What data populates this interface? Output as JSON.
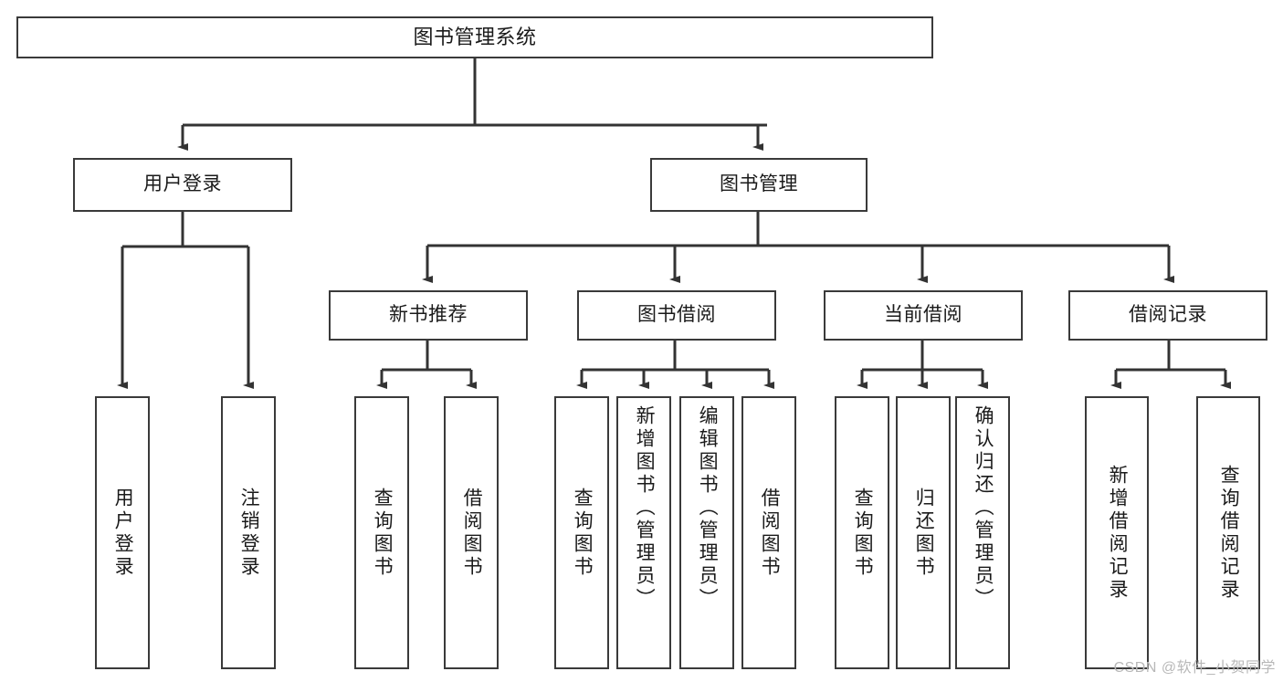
{
  "diagram": {
    "type": "tree-hierarchy",
    "title": "图书管理系统",
    "watermark": "CSDN @软件_小贺同学",
    "colors": {
      "box_border": "#3a3a3a",
      "box_fill": "#ffffff",
      "connector": "#333333",
      "text": "#1a1a1a",
      "watermark": "#b8b8b8"
    },
    "nodes": {
      "root": {
        "label": "图书管理系统"
      },
      "level1": [
        {
          "label": "用户登录"
        },
        {
          "label": "图书管理"
        }
      ],
      "level2": [
        {
          "label": "新书推荐"
        },
        {
          "label": "图书借阅"
        },
        {
          "label": "当前借阅"
        },
        {
          "label": "借阅记录"
        }
      ],
      "leaves": {
        "user_login": [
          {
            "label": "用户登录"
          },
          {
            "label": "注销登录"
          }
        ],
        "new_book_recommend": [
          {
            "label": "查询图书"
          },
          {
            "label": "借阅图书"
          }
        ],
        "book_borrow": [
          {
            "label": "查询图书"
          },
          {
            "label": "新增图书（管理员）"
          },
          {
            "label": "编辑图书（管理员）"
          },
          {
            "label": "借阅图书"
          }
        ],
        "current_borrow": [
          {
            "label": "查询图书"
          },
          {
            "label": "归还图书"
          },
          {
            "label": "确认归还（管理员）"
          }
        ],
        "borrow_record": [
          {
            "label": "新增借阅记录"
          },
          {
            "label": "查询借阅记录"
          }
        ]
      }
    }
  }
}
